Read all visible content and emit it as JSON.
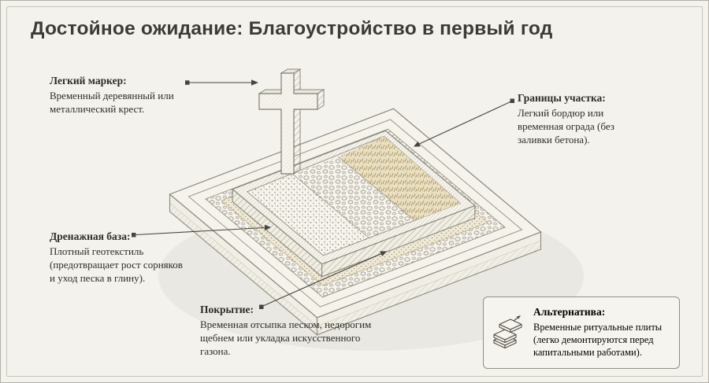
{
  "title": "Достойное ожидание: Благоустройство в первый год",
  "callouts": {
    "marker": {
      "heading": "Легкий маркер:",
      "body": "Временный деревянный или металлический крест."
    },
    "boundary": {
      "heading": "Границы участка:",
      "body": "Легкий бордюр или временная ограда (без заливки бетона)."
    },
    "drainage": {
      "heading": "Дренажная база:",
      "body": "Плотный геотекстиль (предотвращает рост сорняков и уход песка в глину)."
    },
    "covering": {
      "heading": "Покрытие:",
      "body": "Временная отсыпка песком, недорогим щебнем или укладка искусственного газона."
    }
  },
  "alternative": {
    "heading": "Альтернатива:",
    "body": "Временные ритуальные плиты (легко демонтируются перед капитальными работами).",
    "icon": "stacked-slabs-icon"
  },
  "illustration": {
    "parts": {
      "cross": "cross-marker",
      "platform": "base-platform",
      "gravel": "gravel-band",
      "slab": "covering-slab",
      "leaders": "leader-lines"
    },
    "colors": {
      "background": "#f4f2ec",
      "line": "#8a887d",
      "tan_accent": "#ad9864",
      "text": "#2d2c27"
    }
  }
}
